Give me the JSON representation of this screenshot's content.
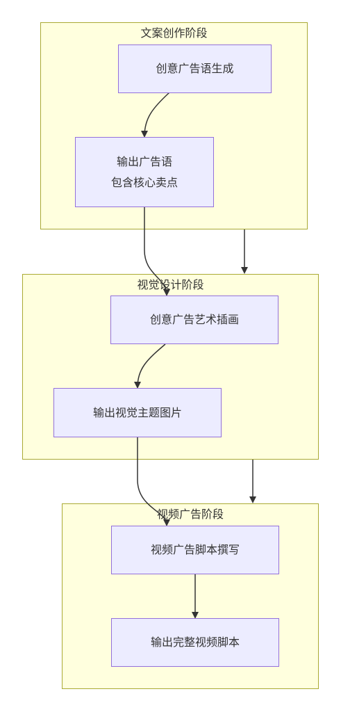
{
  "clusters": {
    "copywriting": {
      "title": "文案创作阶段"
    },
    "visual": {
      "title": "视觉设计阶段"
    },
    "video": {
      "title": "视频广告阶段"
    }
  },
  "nodes": {
    "creative_slogan": {
      "label": "创意广告语生成"
    },
    "output_slogan": {
      "line1": "输出广告语",
      "line2": "包含核心卖点"
    },
    "creative_illustration": {
      "label": "创意广告艺术插画"
    },
    "output_visual": {
      "label": "输出视觉主题图片"
    },
    "video_script": {
      "label": "视频广告脚本撰写"
    },
    "output_script": {
      "label": "输出完整视频脚本"
    }
  },
  "colors": {
    "cluster_fill": "#ffffde",
    "cluster_border": "#aaaa33",
    "node_fill": "#ececff",
    "node_border": "#9370db",
    "edge": "#333333"
  }
}
